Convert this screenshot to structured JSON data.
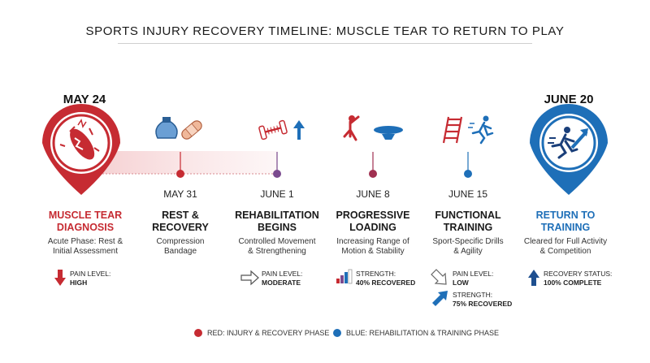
{
  "title": "SPORTS INJURY RECOVERY TIMELINE: MUSCLE TEAR TO RETURN TO PLAY",
  "start_date": "MAY 24",
  "end_date": "JUNE 20",
  "colors": {
    "red": "#c62b32",
    "blue": "#1e6fb8",
    "purple": "#7a4a8e"
  },
  "milestones": [
    {
      "date": "",
      "title_1": "MUSCLE TEAR",
      "title_2": "DIAGNOSIS",
      "desc_1": "Acute Phase: Rest &",
      "desc_2": "Initial Assessment",
      "metric_label": "PAIN LEVEL:",
      "metric_value": "HIGH",
      "icon": "muscle-tear-icon"
    },
    {
      "date": "MAY 31",
      "title_1": "REST &",
      "title_2": "RECOVERY",
      "desc_1": "Compression",
      "desc_2": "Bandage",
      "icon": "ice-pack-bandage-icon"
    },
    {
      "date": "JUNE 1",
      "title_1": "REHABILITATION",
      "title_2": "BEGINS",
      "desc_1": "Controlled Movement",
      "desc_2": "& Strengthening",
      "metric_label": "PAIN LEVEL:",
      "metric_value": "MODERATE",
      "icon": "dumbbell-arrow-up-icon"
    },
    {
      "date": "JUNE 8",
      "title_1": "PROGRESSIVE",
      "title_2": "LOADING",
      "desc_1": "Increasing Range of",
      "desc_2": "Motion & Stability",
      "metric_label": "STRENGTH:",
      "metric_value": "40% RECOVERED",
      "icon": "stretch-balance-board-icon"
    },
    {
      "date": "JUNE 15",
      "title_1": "FUNCTIONAL",
      "title_2": "TRAINING",
      "desc_1": "Sport-Specific Drills",
      "desc_2": "& Agility",
      "metric_label": "PAIN LEVEL:",
      "metric_value": "LOW",
      "metric2_label": "STRENGTH:",
      "metric2_value": "75% RECOVERED",
      "icon": "ladder-runner-icon"
    },
    {
      "date": "",
      "title_1": "RETURN TO",
      "title_2": "TRAINING",
      "desc_1": "Cleared for Full Activity",
      "desc_2": "& Competition",
      "metric_label": "RECOVERY STATUS:",
      "metric_value": "100% COMPLETE",
      "icon": "runner-arrow-icon"
    }
  ],
  "legend": {
    "red_label": "RED: INJURY & RECOVERY PHASE",
    "blue_label": "BLUE: REHABILITATION & TRAINING PHASE"
  }
}
